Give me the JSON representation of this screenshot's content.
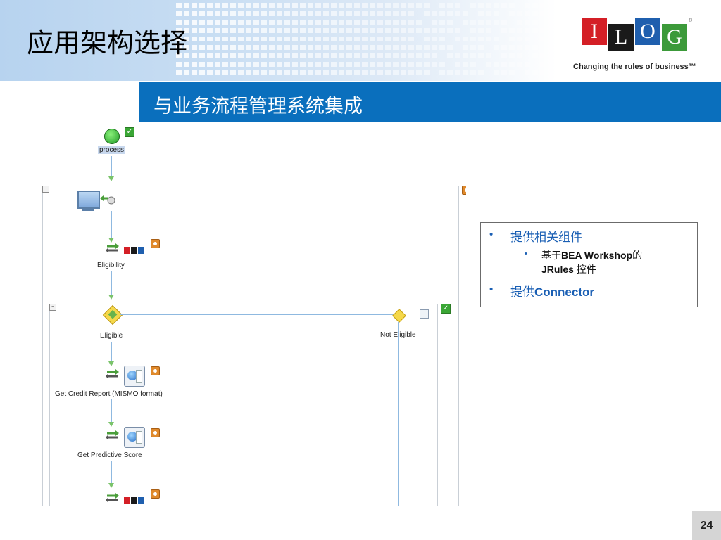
{
  "slide": {
    "title": "应用架构选择",
    "subtitle": "与业务流程管理系统集成",
    "page_number": "24"
  },
  "logo": {
    "letters": [
      "I",
      "L",
      "O",
      "G"
    ],
    "trademark": "®",
    "tagline": "Changing the rules of business™",
    "colors": {
      "red": "#d41f26",
      "black": "#1a1a1a",
      "blue": "#1f5fae",
      "green": "#3c9a3a"
    }
  },
  "diagram": {
    "nodes": [
      {
        "label": "process",
        "icon": "start-circle-icon"
      },
      {
        "label": "",
        "icon": "monitor-icon"
      },
      {
        "label": "Eligibility",
        "icon": "ilog-rules-icon"
      },
      {
        "label": "Eligible",
        "icon": "decision-diamond-icon"
      },
      {
        "label": "Not Eligible",
        "icon": "decision-diamond-icon"
      },
      {
        "label": "Get Credit Report (MISMO format)",
        "icon": "web-service-icon"
      },
      {
        "label": "Get Predictive Score",
        "icon": "web-service-icon"
      },
      {
        "label": "",
        "icon": "ilog-rules-icon"
      }
    ],
    "colors": {
      "connector": "#8fb9e0",
      "arrow": "#7ac36a",
      "frame": "#c9cfd6"
    }
  },
  "callout": {
    "items": [
      {
        "text": "提供相关组件",
        "level": 1
      },
      {
        "prefix": "基于",
        "bold": "BEA Workshop",
        "suffix": "的",
        "line2_bold": "JRules",
        "line2_suffix": " 控件",
        "level": 2
      },
      {
        "prefix": "提供",
        "bold": "Connector",
        "level": 1
      }
    ],
    "bullet": "•",
    "colors": {
      "text": "#1a5fb4",
      "border": "#6b6b6b"
    }
  },
  "colors": {
    "header_gradient_start": "#b7d3ef",
    "subtitle_bar": "#0a6fbd"
  }
}
